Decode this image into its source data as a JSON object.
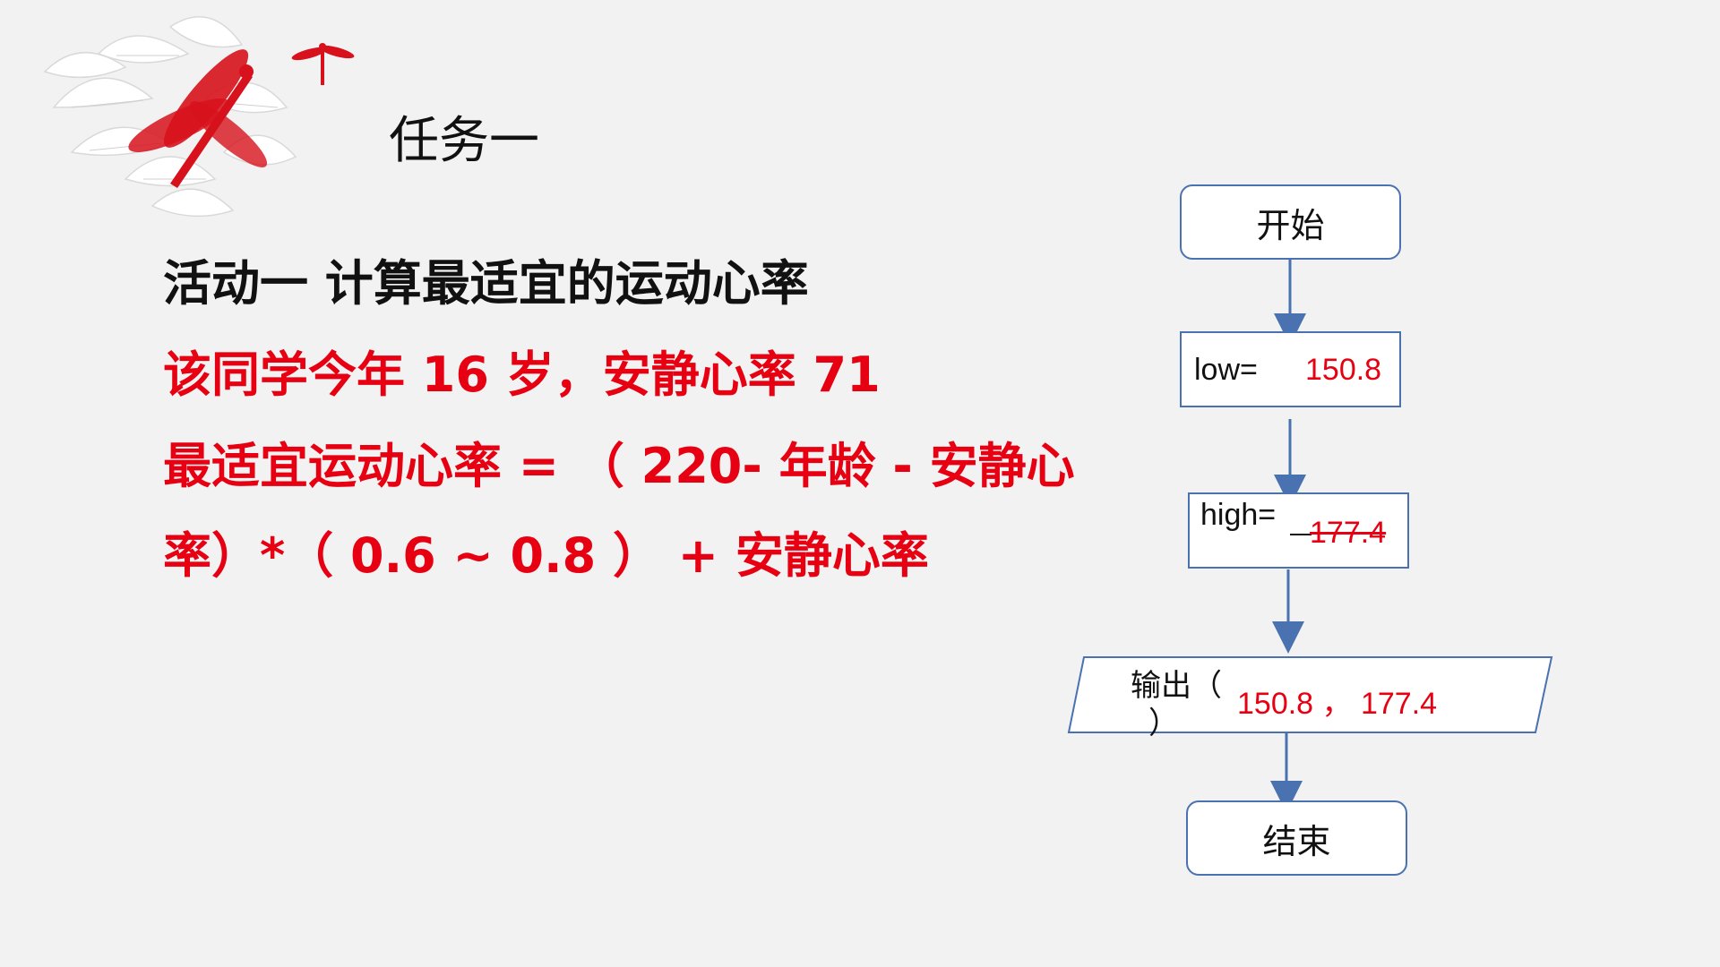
{
  "slide": {
    "task_title": "任务一",
    "activity_title": "活动一 计算最适宜的运动心率",
    "line1": "该同学今年 16 岁，安静心率 71",
    "line2": "最适宜运动心率 = （ 220- 年龄 - 安静心",
    "line3": "率）*（ 0.6 ~ 0.8 ） + 安静心率"
  },
  "flowchart": {
    "start": "开始",
    "low_label": "low=",
    "low_value": "150.8",
    "high_label": "high=",
    "high_value": "177.4",
    "output_label": "输出（",
    "output_close": "）",
    "output_value": "150.8 ， 177.4",
    "end": "结束"
  },
  "colors": {
    "accent": "#e60012",
    "flow_border": "#4a72b0",
    "background": "#f2f2f2"
  }
}
